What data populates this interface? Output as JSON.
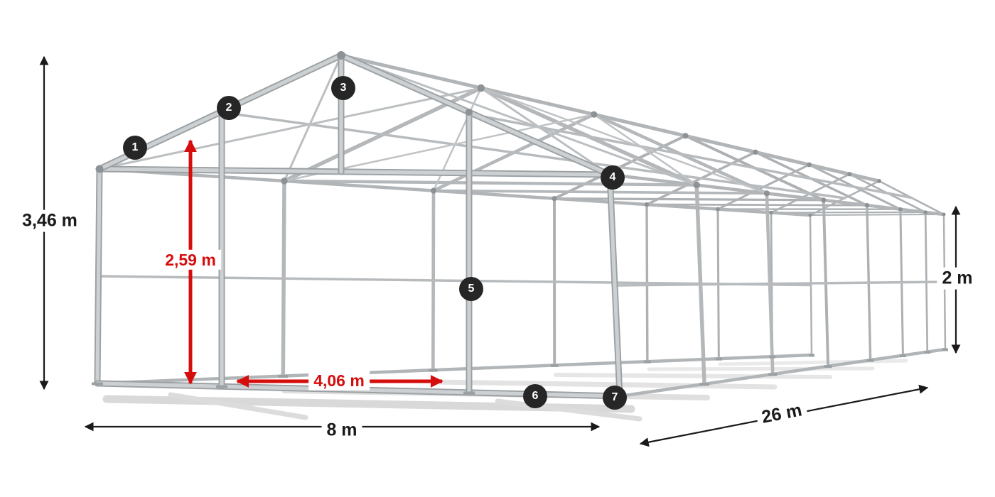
{
  "dimensions": {
    "total_height": "3,46 m",
    "entrance_height": "2,59 m",
    "entrance_width": "4,06 m",
    "side_height": "2 m",
    "width": "8 m",
    "length": "26 m"
  },
  "callouts": [
    {
      "number": "1"
    },
    {
      "number": "2"
    },
    {
      "number": "3"
    },
    {
      "number": "4"
    },
    {
      "number": "5"
    },
    {
      "number": "6"
    },
    {
      "number": "7"
    }
  ],
  "colors": {
    "dimension_red": "#d60d0d",
    "dimension_black": "#1a1a1a",
    "badge_background": "#262626",
    "frame_gray": "#b7babc",
    "background": "#ffffff"
  }
}
